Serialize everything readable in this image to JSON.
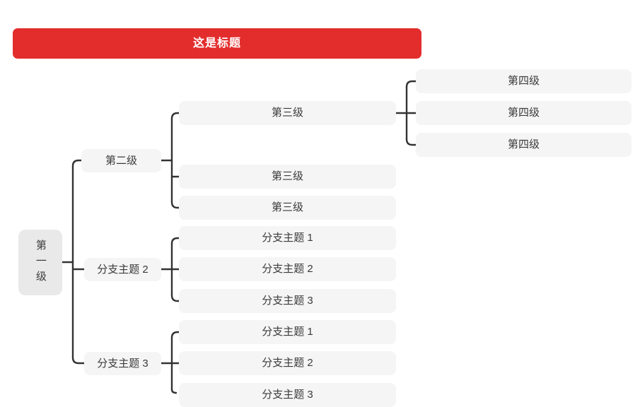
{
  "title": {
    "text": "这是标题",
    "bg_color": "#e32d2d",
    "text_color": "#ffffff"
  },
  "theme": {
    "canvas_bg": "#ffffff",
    "root_node_bg": "#e9e9e9",
    "node_bg": "#f5f5f5",
    "node_text_color": "#3b3b3b",
    "connector_color": "#333333"
  },
  "mindmap": {
    "root": {
      "label": "第一级"
    },
    "branches": [
      {
        "label": "第二级",
        "children": [
          {
            "label": "第三级",
            "children": [
              {
                "label": "第四级"
              },
              {
                "label": "第四级"
              },
              {
                "label": "第四级"
              }
            ]
          },
          {
            "label": "第三级",
            "children": []
          },
          {
            "label": "第三级",
            "children": []
          }
        ]
      },
      {
        "label": "分支主题 2",
        "children": [
          {
            "label": "分支主题 1",
            "children": []
          },
          {
            "label": "分支主题 2",
            "children": []
          },
          {
            "label": "分支主题 3",
            "children": []
          }
        ]
      },
      {
        "label": "分支主题 3",
        "children": [
          {
            "label": "分支主题 1",
            "children": []
          },
          {
            "label": "分支主题 2",
            "children": []
          },
          {
            "label": "分支主题 3",
            "children": []
          }
        ]
      }
    ]
  }
}
